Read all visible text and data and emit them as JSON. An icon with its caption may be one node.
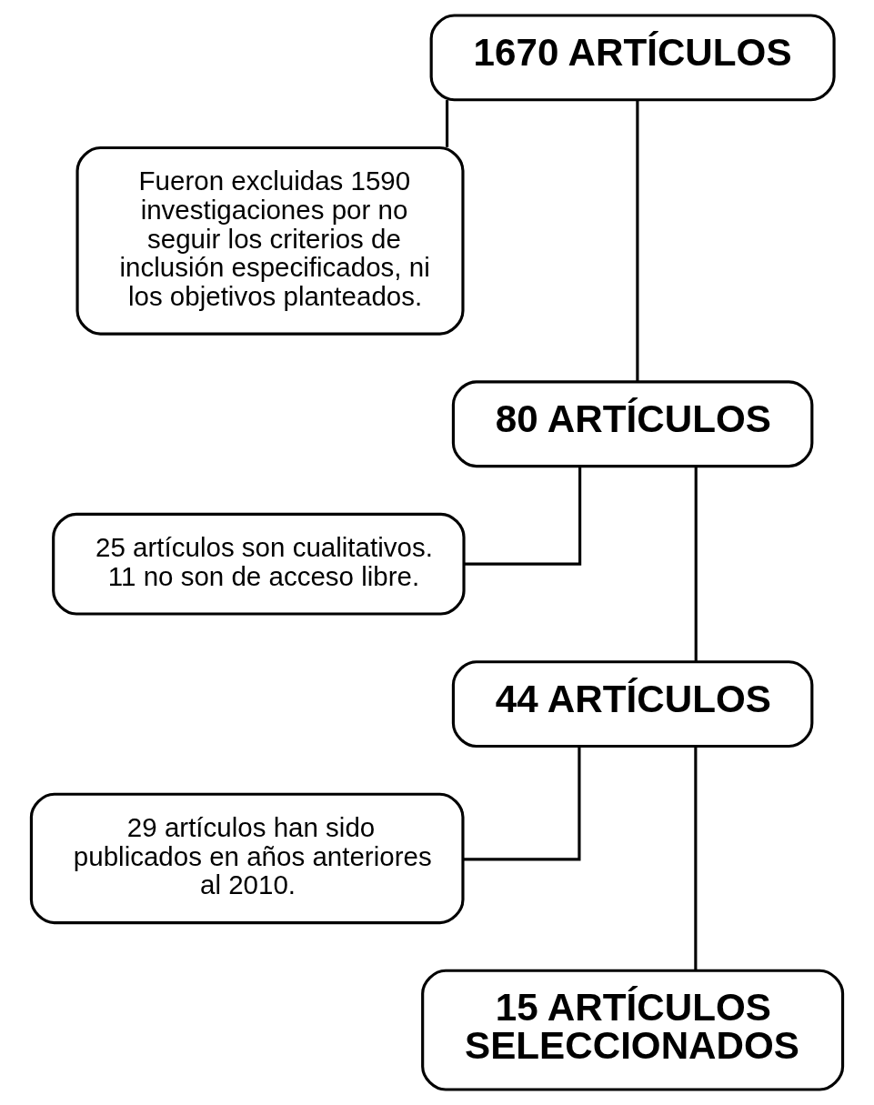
{
  "diagram": {
    "nodes": [
      {
        "text": [
          "1670 ARTÍCULOS"
        ]
      },
      {
        "text": [
          "Fueron excluidas 1590 investigaciones por no seguir los criterios de inclusión especificados, ni los objetivos planteados."
        ]
      },
      {
        "text": [
          "80 ARTÍCULOS"
        ]
      },
      {
        "text": [
          "25 artículos son cualitativos. 11 no son de acceso libre."
        ]
      },
      {
        "text": [
          "44 ARTÍCULOS"
        ]
      },
      {
        "text": [
          "29 artículos han sido publicados en años anteriores al 2010."
        ]
      },
      {
        "text": [
          "15 ARTÍCULOS SELECCIONADOS"
        ]
      }
    ],
    "edges": [
      {
        "from": 0,
        "to": 1,
        "arrow": "none"
      },
      {
        "from": 0,
        "to": 2,
        "arrow": "none"
      },
      {
        "from": 2,
        "to": 3,
        "arrow": "none"
      },
      {
        "from": 2,
        "to": 4,
        "arrow": "none"
      },
      {
        "from": 4,
        "to": 5,
        "arrow": "none"
      },
      {
        "from": 4,
        "to": 6,
        "arrow": "none"
      }
    ]
  }
}
